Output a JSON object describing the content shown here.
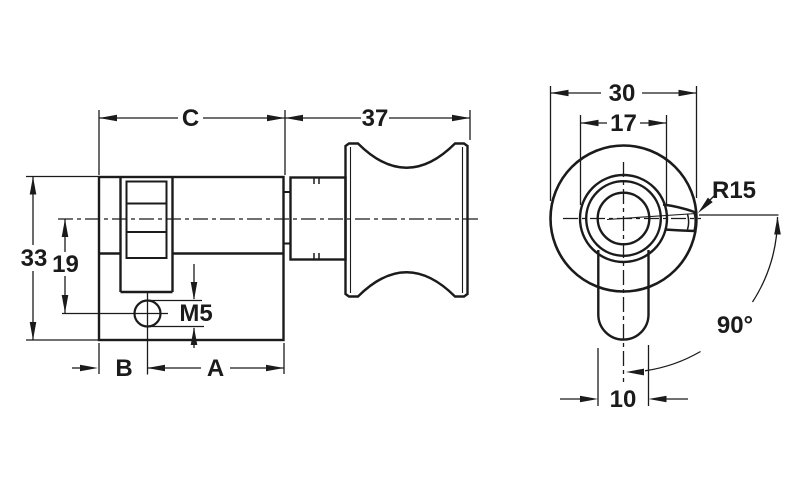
{
  "drawing": {
    "title": "cylinder-thumbturn-technical-drawing",
    "colors": {
      "line": "#1b1b1b",
      "background": "#ffffff"
    }
  },
  "side_view": {
    "labels": {
      "c": "C",
      "knob_depth": "37",
      "height": "33",
      "hole_offset": "19",
      "thread": "M5",
      "b": "B",
      "a": "A"
    }
  },
  "front_view": {
    "labels": {
      "diameter": "30",
      "collar": "17",
      "radius": "R15",
      "angle": "90°",
      "width": "10"
    }
  }
}
